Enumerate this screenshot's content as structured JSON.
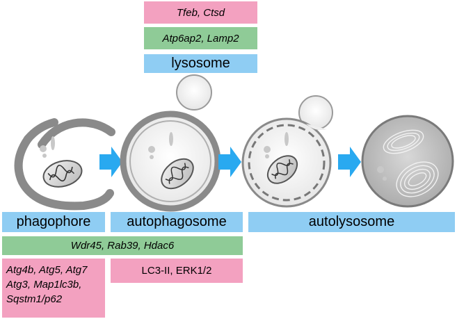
{
  "lysosome_panel": {
    "genes_pink": "Tfeb, Ctsd",
    "genes_green": "Atp6ap2, Lamp2",
    "label": "lysosome"
  },
  "stages": {
    "phagophore": "phagophore",
    "autophagosome": "autophagosome",
    "autolysosome": "autolysosome"
  },
  "shared_genes": "Wdr45, Rab39, Hdac6",
  "phagophore_genes": [
    "Atg4b, Atg5, Atg7",
    "Atg3, Map1lc3b,",
    "Sqstm1/p62"
  ],
  "autophagosome_markers": "LC3-II, ERK1/2",
  "colors": {
    "pink": "#f3a1c0",
    "green": "#8fcb97",
    "blue": "#8fcdf3",
    "arrow": "#29a9f0"
  }
}
